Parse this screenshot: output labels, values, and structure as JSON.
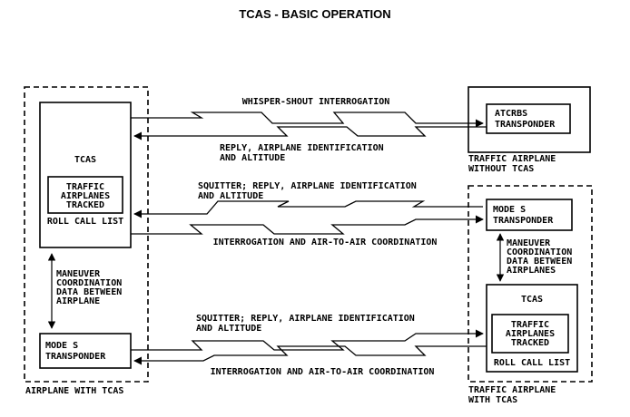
{
  "title": "TCAS - BASIC OPERATION",
  "own_airplane": {
    "label": "AIRPLANE WITH TCAS",
    "tcas": {
      "name": "TCAS",
      "inner": [
        "TRAFFIC",
        "AIRPLANES",
        "TRACKED"
      ],
      "roll_call": "ROLL CALL LIST"
    },
    "transponder": [
      "MODE S",
      "TRANSPONDER"
    ],
    "maneuver_note": [
      "MANEUVER",
      "COORDINATION",
      "DATA BETWEEN",
      "AIRPLANE"
    ]
  },
  "atcrbs_airplane": {
    "transponder": [
      "ATCRBS",
      "TRANSPONDER"
    ],
    "label": [
      "TRAFFIC AIRPLANE",
      "WITHOUT TCAS"
    ]
  },
  "tcas_traffic_airplane": {
    "transponder": [
      "MODE S",
      "TRANSPONDER"
    ],
    "maneuver_note": [
      "MANEUVER",
      "COORDINATION",
      "DATA BETWEEN",
      "AIRPLANES"
    ],
    "tcas": {
      "name": "TCAS",
      "inner": [
        "TRAFFIC",
        "AIRPLANES",
        "TRACKED"
      ],
      "roll_call": "ROLL CALL LIST"
    },
    "label": [
      "TRAFFIC AIRPLANE",
      "WITH TCAS"
    ]
  },
  "links": {
    "whisper_shout": "WHISPER-SHOUT INTERROGATION",
    "reply_atcrbs": [
      "REPLY, AIRPLANE IDENTIFICATION",
      "AND ALTITUDE"
    ],
    "squitter_upper": [
      "SQUITTER; REPLY, AIRPLANE IDENTIFICATION",
      "AND ALTITUDE"
    ],
    "interrogation_upper": "INTERROGATION AND AIR-TO-AIR COORDINATION",
    "squitter_lower": [
      "SQUITTER; REPLY, AIRPLANE IDENTIFICATION",
      "AND ALTITUDE"
    ],
    "interrogation_lower": "INTERROGATION AND AIR-TO-AIR COORDINATION"
  }
}
